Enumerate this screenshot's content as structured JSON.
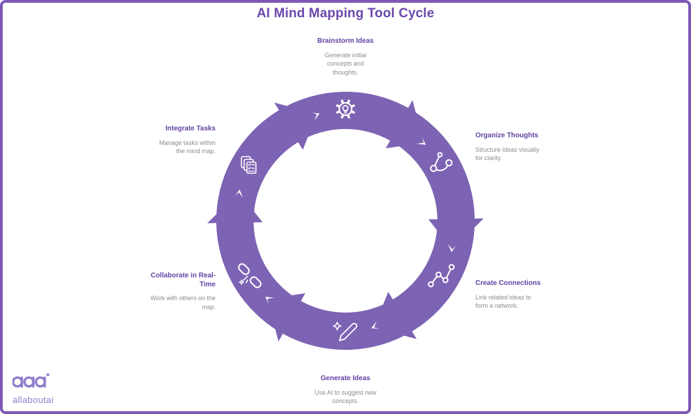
{
  "page": {
    "title": "AI Mind Mapping Tool Cycle"
  },
  "colors": {
    "ring": "#7D63B3",
    "title": "#6A48AC",
    "heading": "#6143A4",
    "body_text": "#8E8C8C",
    "border": "#7B59B5",
    "icon_stroke": "#FFFFFF",
    "logo": "#8F7CCB",
    "background": "#FFFFFF"
  },
  "cycle": {
    "direction": "clockwise",
    "stages": [
      {
        "title": "Brainstorm Ideas",
        "description": "Generate initial concepts and thoughts.",
        "icon": "gear-lightbulb-icon"
      },
      {
        "title": "Organize Thoughts",
        "description": "Structure ideas visually for clarity.",
        "icon": "branch-nodes-icon"
      },
      {
        "title": "Create Connections",
        "description": "Link related ideas to form a network.",
        "icon": "network-graph-icon"
      },
      {
        "title": "Generate Ideas",
        "description": "Use AI to suggest new concepts.",
        "icon": "pencil-sparkle-icon"
      },
      {
        "title": "Collaborate in Real-Time",
        "description": "Work with others on the map.",
        "icon": "high-five-hands-icon"
      },
      {
        "title": "Integrate Tasks",
        "description": "Manage tasks within the mind map.",
        "icon": "task-checklist-icon"
      }
    ]
  },
  "logo": {
    "monogram": "aaa",
    "wordmark": "allaboutai"
  }
}
